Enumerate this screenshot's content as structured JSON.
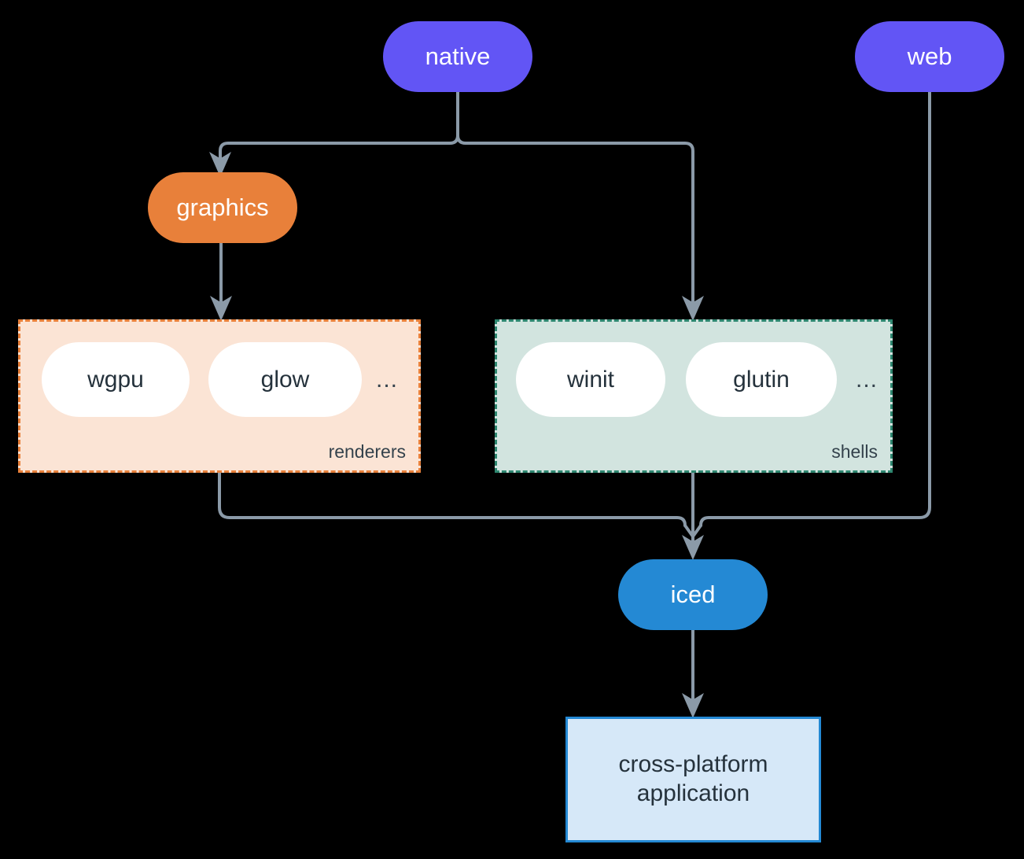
{
  "diagram": {
    "type": "flowchart",
    "background_color": "#000000",
    "edge_color": "#8b9aa8",
    "nodes": {
      "native": {
        "label": "native",
        "shape": "pill",
        "color": "#6255f5",
        "text_color": "#ffffff"
      },
      "web": {
        "label": "web",
        "shape": "pill",
        "color": "#6255f5",
        "text_color": "#ffffff"
      },
      "graphics": {
        "label": "graphics",
        "shape": "pill",
        "color": "#e8803a",
        "text_color": "#ffffff"
      },
      "iced": {
        "label": "iced",
        "shape": "pill",
        "color": "#2489d4",
        "text_color": "#ffffff"
      },
      "application": {
        "line1": "cross-platform",
        "line2": "application",
        "shape": "rectangle",
        "color": "#d6e8f8",
        "border_color": "#2489d4",
        "text_color": "#25323c"
      }
    },
    "clusters": {
      "renderers": {
        "label": "renderers",
        "fill": "#fbe4d5",
        "border": "#e8803a",
        "border_style": "dashed",
        "items": [
          {
            "label": "wgpu"
          },
          {
            "label": "glow"
          }
        ],
        "overflow": "..."
      },
      "shells": {
        "label": "shells",
        "fill": "#d2e4df",
        "border": "#2e8770",
        "border_style": "dashed",
        "items": [
          {
            "label": "winit"
          },
          {
            "label": "glutin"
          }
        ],
        "overflow": "..."
      }
    },
    "edges": [
      {
        "from": "native",
        "to": "graphics"
      },
      {
        "from": "native",
        "to": "shells"
      },
      {
        "from": "graphics",
        "to": "renderers"
      },
      {
        "from": "renderers",
        "to": "iced"
      },
      {
        "from": "shells",
        "to": "iced"
      },
      {
        "from": "web",
        "to": "iced"
      },
      {
        "from": "iced",
        "to": "application"
      }
    ]
  }
}
